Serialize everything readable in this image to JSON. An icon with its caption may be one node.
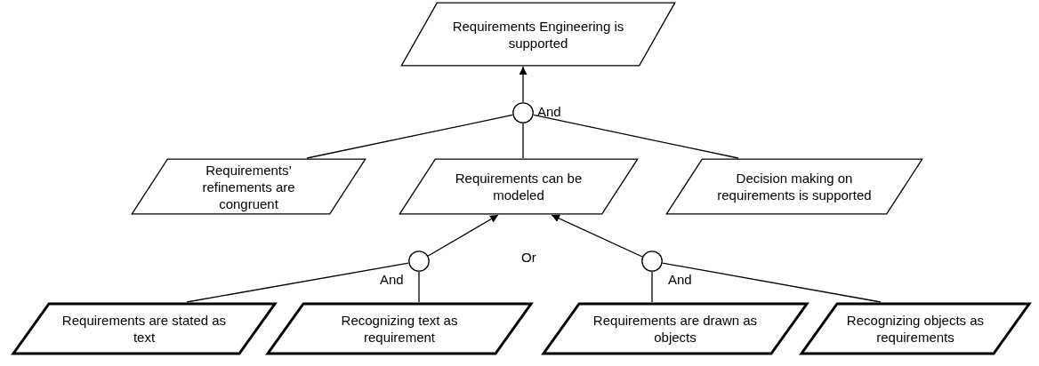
{
  "diagram": {
    "nodes": [
      {
        "text": [
          "Requirements Engineering is supported"
        ]
      },
      {
        "text": [],
        "shape": "circle",
        "beside": [
          "And"
        ]
      },
      {
        "text": [
          "Requirements’ refinements are congruent"
        ]
      },
      {
        "text": [
          "Requirements can be modeled"
        ]
      },
      {
        "text": [
          "Decision making on requirements is supported"
        ]
      },
      {
        "text": [],
        "shape": "circle",
        "beside": [
          "And"
        ]
      },
      {
        "text": [],
        "shape": "circle",
        "beside": [
          "And"
        ]
      },
      {
        "text": [
          "Requirements are stated as text"
        ]
      },
      {
        "text": [
          "Recognizing text as requirement"
        ]
      },
      {
        "text": [
          "Requirements are drawn as objects"
        ]
      },
      {
        "text": [
          "Recognizing objects as requirements"
        ]
      }
    ],
    "edges": [
      {
        "from": 1,
        "to": 0,
        "arrow": "to"
      },
      {
        "from": 2,
        "to": 1,
        "arrow": "none"
      },
      {
        "from": 3,
        "to": 1,
        "arrow": "none"
      },
      {
        "from": 4,
        "to": 1,
        "arrow": "none"
      },
      {
        "from": 5,
        "to": 3,
        "arrow": "to"
      },
      {
        "from": 6,
        "to": 3,
        "arrow": "to"
      },
      {
        "from": 7,
        "to": 5,
        "arrow": "none"
      },
      {
        "from": 8,
        "to": 5,
        "arrow": "none"
      },
      {
        "from": 9,
        "to": 6,
        "arrow": "none"
      },
      {
        "from": 10,
        "to": 6,
        "arrow": "none"
      }
    ],
    "labels": [
      "Or"
    ]
  }
}
